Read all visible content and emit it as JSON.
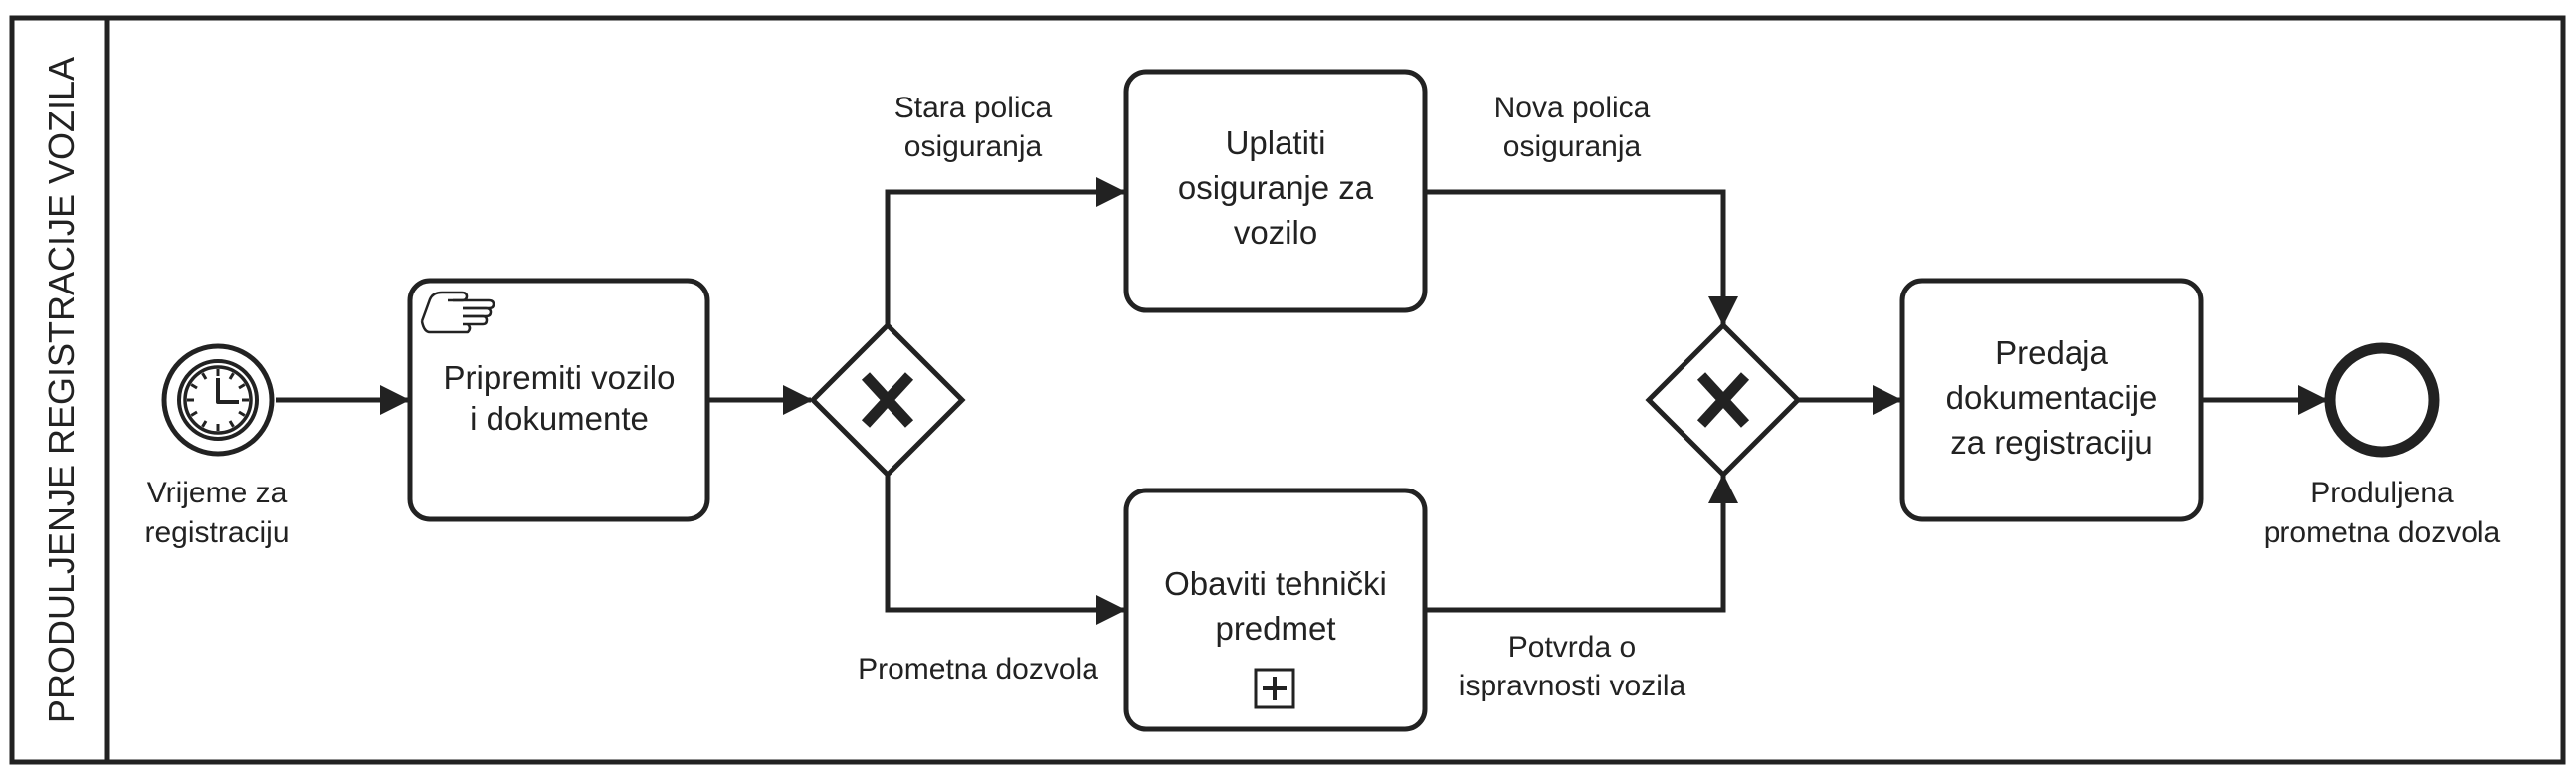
{
  "pool": {
    "name": "PRODULJENJE REGISTRACIJE VOZILA"
  },
  "start_event": {
    "type": "timer",
    "label_lines": [
      "Vrijeme za",
      "registraciju"
    ],
    "icon": "clock-icon"
  },
  "tasks": [
    {
      "id": "prepare",
      "type": "manual",
      "icon": "hand-icon",
      "label_lines": [
        "Pripremiti vozilo",
        "i dokumente"
      ]
    },
    {
      "id": "insurance",
      "type": "task",
      "label_lines": [
        "Uplatiti",
        "osiguranje za",
        "vozilo"
      ]
    },
    {
      "id": "technical",
      "type": "subprocess",
      "icon": "plus-icon",
      "label_lines": [
        "Obaviti tehnički",
        "predmet"
      ]
    },
    {
      "id": "submit",
      "type": "task",
      "label_lines": [
        "Predaja",
        "dokumentacije",
        "za registraciju"
      ]
    }
  ],
  "gateways": [
    {
      "id": "split",
      "type": "exclusive",
      "icon": "x-icon"
    },
    {
      "id": "join",
      "type": "exclusive",
      "icon": "x-icon"
    }
  ],
  "end_event": {
    "label_lines": [
      "Produljena",
      "prometna dozvola"
    ]
  },
  "flow_labels": {
    "old_policy": [
      "Stara polica",
      "osiguranja"
    ],
    "new_policy": [
      "Nova polica",
      "osiguranja"
    ],
    "license": [
      "Prometna dozvola"
    ],
    "confirmation": [
      "Potvrda o",
      "ispravnosti vozila"
    ]
  },
  "colors": {
    "stroke": "#222222",
    "background": "#ffffff"
  }
}
